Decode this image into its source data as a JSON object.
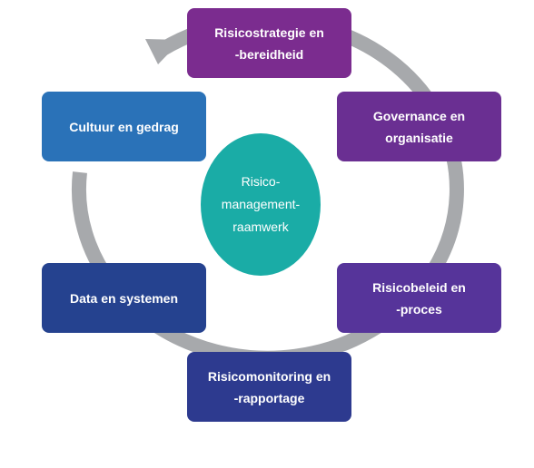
{
  "colors": {
    "ring": "#a7a9ac",
    "center_fill": "#1aaca6",
    "purple": "#6a2c8f",
    "blue": "#2673b8",
    "navy": "#263a8a"
  },
  "center": {
    "label": "Risico-\nmanagement-\nraamwerk"
  },
  "boxes": [
    {
      "label": "Risicostrategie en\n-bereidheid",
      "color": "#7b2c8f"
    },
    {
      "label": "Governance en\norganisatie",
      "color": "#6a2f92"
    },
    {
      "label": "Risicobeleid en\n-proces",
      "color": "#56349a"
    },
    {
      "label": "Risicomonitoring en\n-rapportage",
      "color": "#2d3a8f"
    },
    {
      "label": "Data en systemen",
      "color": "#25428f"
    },
    {
      "label": "Cultuur en gedrag",
      "color": "#2a72b8"
    }
  ]
}
